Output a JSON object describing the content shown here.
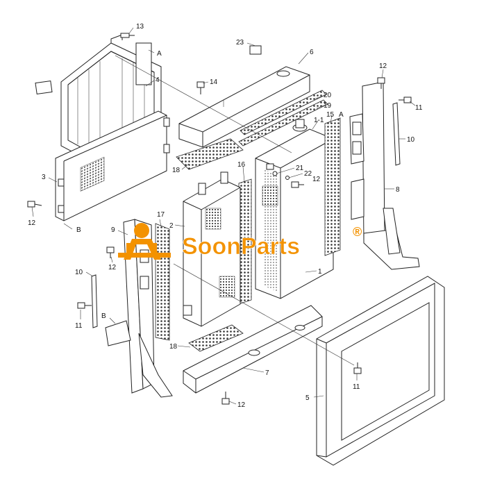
{
  "watermark": {
    "brand_text": "SoonParts",
    "registered_mark": "®",
    "color": "#f39200"
  },
  "callouts": {
    "c13": "13",
    "c4": "4",
    "cA_top": "A",
    "c3": "3",
    "c12_left": "12",
    "cB_left": "B",
    "c23": "23",
    "c6": "6",
    "c14": "14",
    "c20": "20",
    "c19": "19",
    "c15": "15",
    "c1_1": "1-1",
    "cA_right": "A",
    "c16": "16",
    "c18_top": "18",
    "c21": "21",
    "c22": "22",
    "c12_mid": "12",
    "c12_top_right": "12",
    "c11_top_right": "11",
    "c10_right": "10",
    "c8": "8",
    "c17": "17",
    "c2": "2",
    "c9": "9",
    "c12_bracket": "12",
    "c10_left": "10",
    "c11_left": "11",
    "cB_lower": "B",
    "c1": "1",
    "c18_bottom": "18",
    "c7": "7",
    "c11_bottom": "11",
    "c12_bottom": "12",
    "c5": "5"
  }
}
